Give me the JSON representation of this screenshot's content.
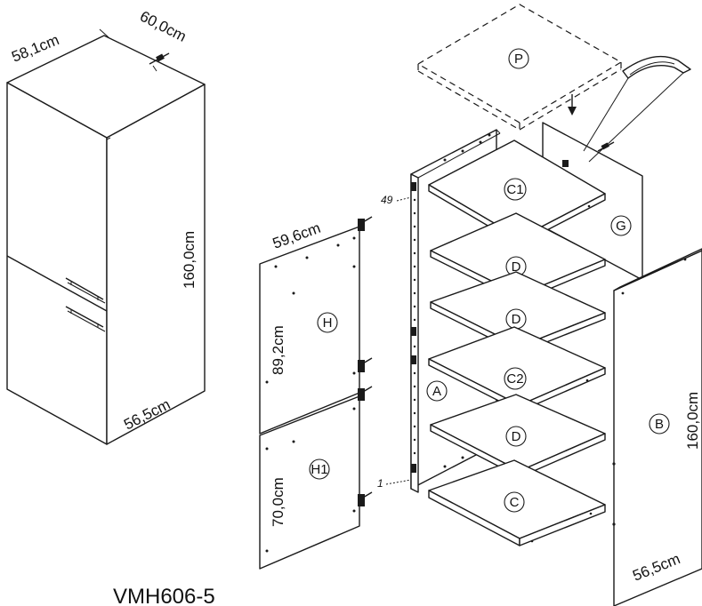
{
  "model": "VMH606-5",
  "cabinet": {
    "width": "58,1cm",
    "depth_top": "60,0cm",
    "height": "160,0cm",
    "depth_bottom": "56,5cm"
  },
  "doors": {
    "width": "59,6cm",
    "upper_height": "89,2cm",
    "lower_height": "70,0cm"
  },
  "side_panel": {
    "height": "160,0cm",
    "depth": "56,5cm"
  },
  "parts": {
    "P": "P",
    "C1": "C1",
    "G": "G",
    "D1": "D",
    "D2": "D",
    "C2": "C2",
    "D3": "D",
    "C": "C",
    "A": "A",
    "B": "B",
    "H": "H",
    "H1": "H1"
  },
  "hole_numbers": {
    "top": "49",
    "bottom": "1"
  }
}
